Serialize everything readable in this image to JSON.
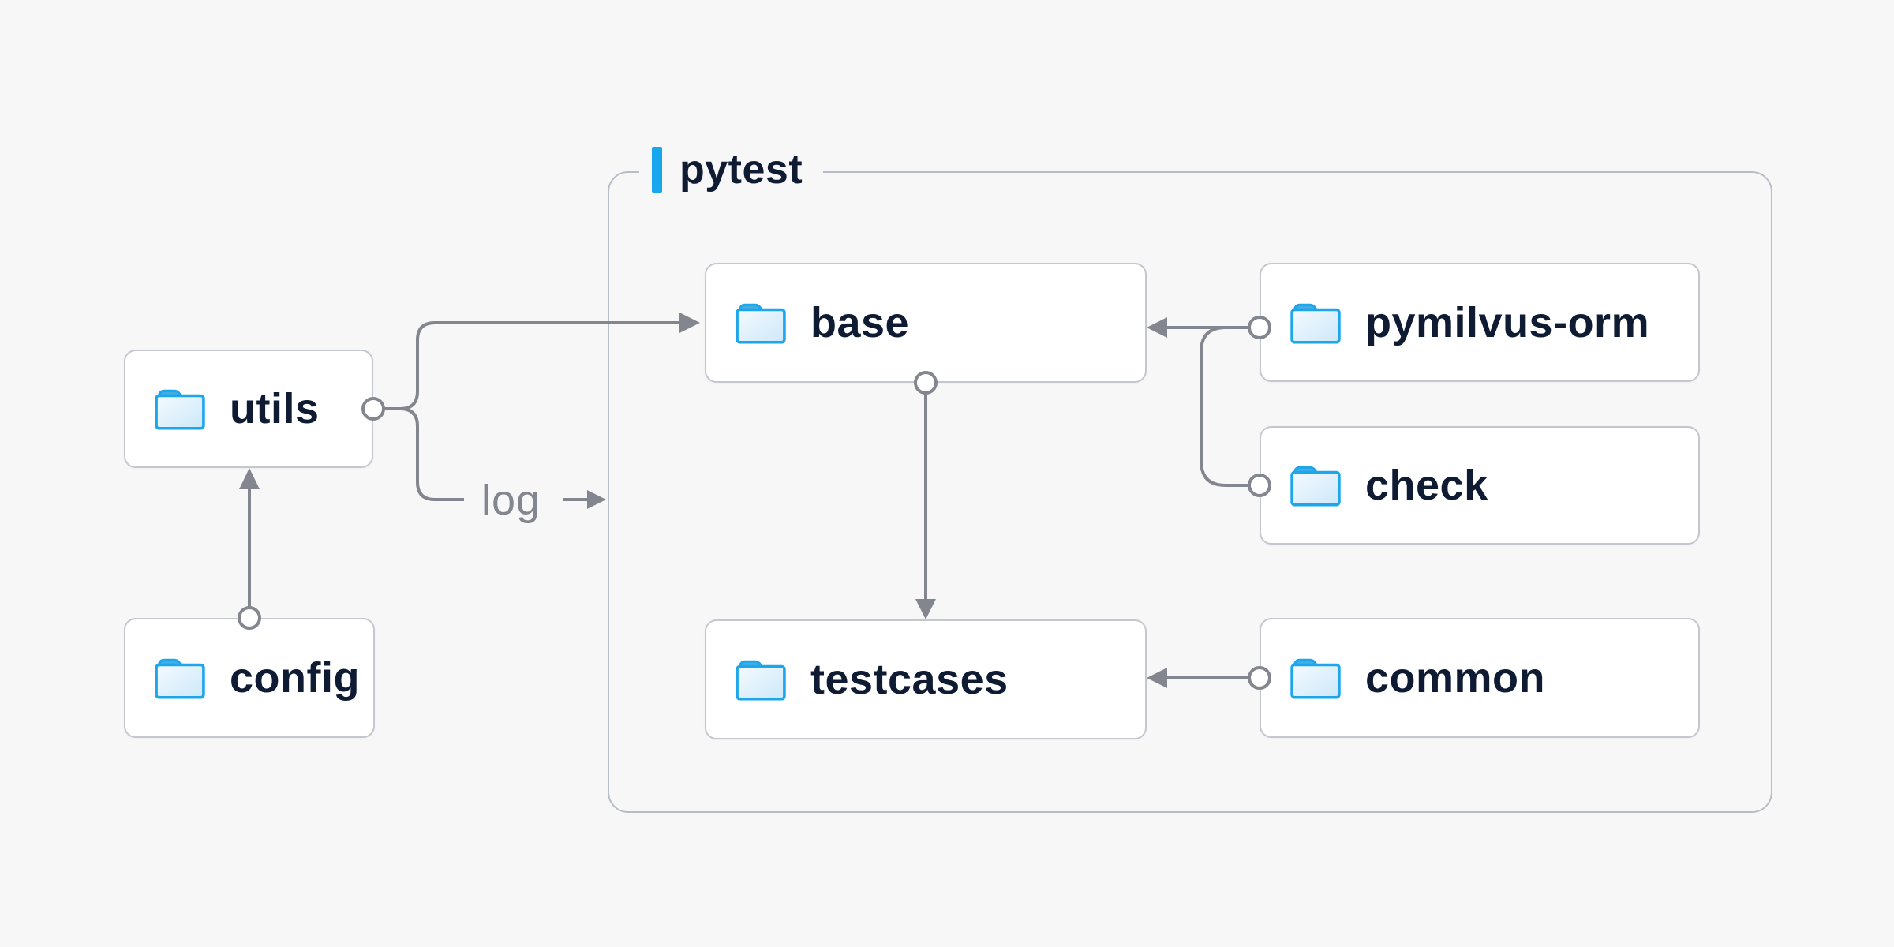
{
  "diagram": {
    "container": {
      "label": "pytest"
    },
    "edge_label": "log",
    "nodes": [
      {
        "id": "utils",
        "label": "utils",
        "icon": "folder-icon"
      },
      {
        "id": "config",
        "label": "config",
        "icon": "folder-icon"
      },
      {
        "id": "base",
        "label": "base",
        "icon": "folder-icon"
      },
      {
        "id": "pymilvus-orm",
        "label": "pymilvus-orm",
        "icon": "folder-icon"
      },
      {
        "id": "check",
        "label": "check",
        "icon": "folder-icon"
      },
      {
        "id": "testcases",
        "label": "testcases",
        "icon": "folder-icon"
      },
      {
        "id": "common",
        "label": "common",
        "icon": "folder-icon"
      }
    ],
    "edges": [
      {
        "from": "config",
        "to": "utils"
      },
      {
        "from": "utils",
        "to": "base"
      },
      {
        "from": "utils",
        "to": "pytest-container",
        "label": "log"
      },
      {
        "from": "pymilvus-orm",
        "to": "base"
      },
      {
        "from": "check",
        "to": "base"
      },
      {
        "from": "base",
        "to": "testcases"
      },
      {
        "from": "common",
        "to": "testcases"
      }
    ]
  },
  "colors": {
    "background": "#f7f7f8",
    "node_fill": "#ffffff",
    "node_border": "#c5c7cf",
    "container_border": "#b9bdc7",
    "connector_gray": "#84868f",
    "label_text": "#0e1b33",
    "edge_label_gray": "#84868f",
    "accent_bar_blue": "#18a7ec",
    "folder_outline_blue": "#1ea6ec",
    "folder_body_light": "#eaf5fd",
    "folder_tab_blue": "#42aee4"
  }
}
